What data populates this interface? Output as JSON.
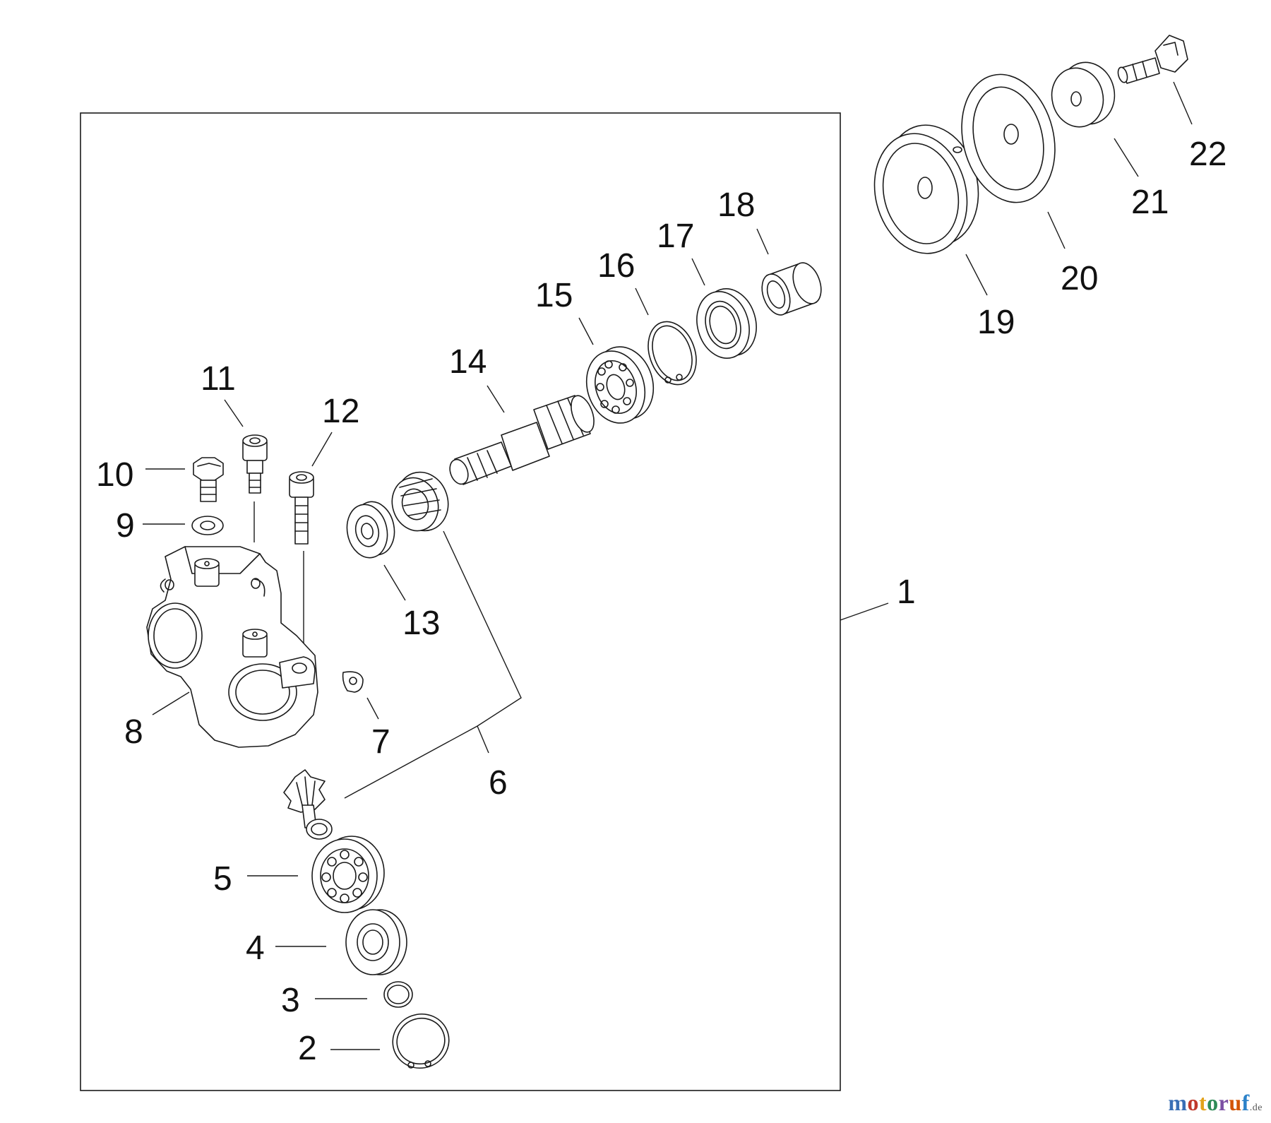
{
  "callouts": {
    "c1": "1",
    "c2": "2",
    "c3": "3",
    "c4": "4",
    "c5": "5",
    "c6": "6",
    "c7": "7",
    "c8": "8",
    "c9": "9",
    "c10": "10",
    "c11": "11",
    "c12": "12",
    "c13": "13",
    "c14": "14",
    "c15": "15",
    "c16": "16",
    "c17": "17",
    "c18": "18",
    "c19": "19",
    "c20": "20",
    "c21": "21",
    "c22": "22"
  },
  "watermark": {
    "logo_text": "motoruf",
    "suffix": ".de",
    "letter_colors": [
      "#3a6fb5",
      "#c0392b",
      "#e2a21b",
      "#2e8b57",
      "#7b4fa3",
      "#d35400",
      "#2c82c9"
    ]
  }
}
